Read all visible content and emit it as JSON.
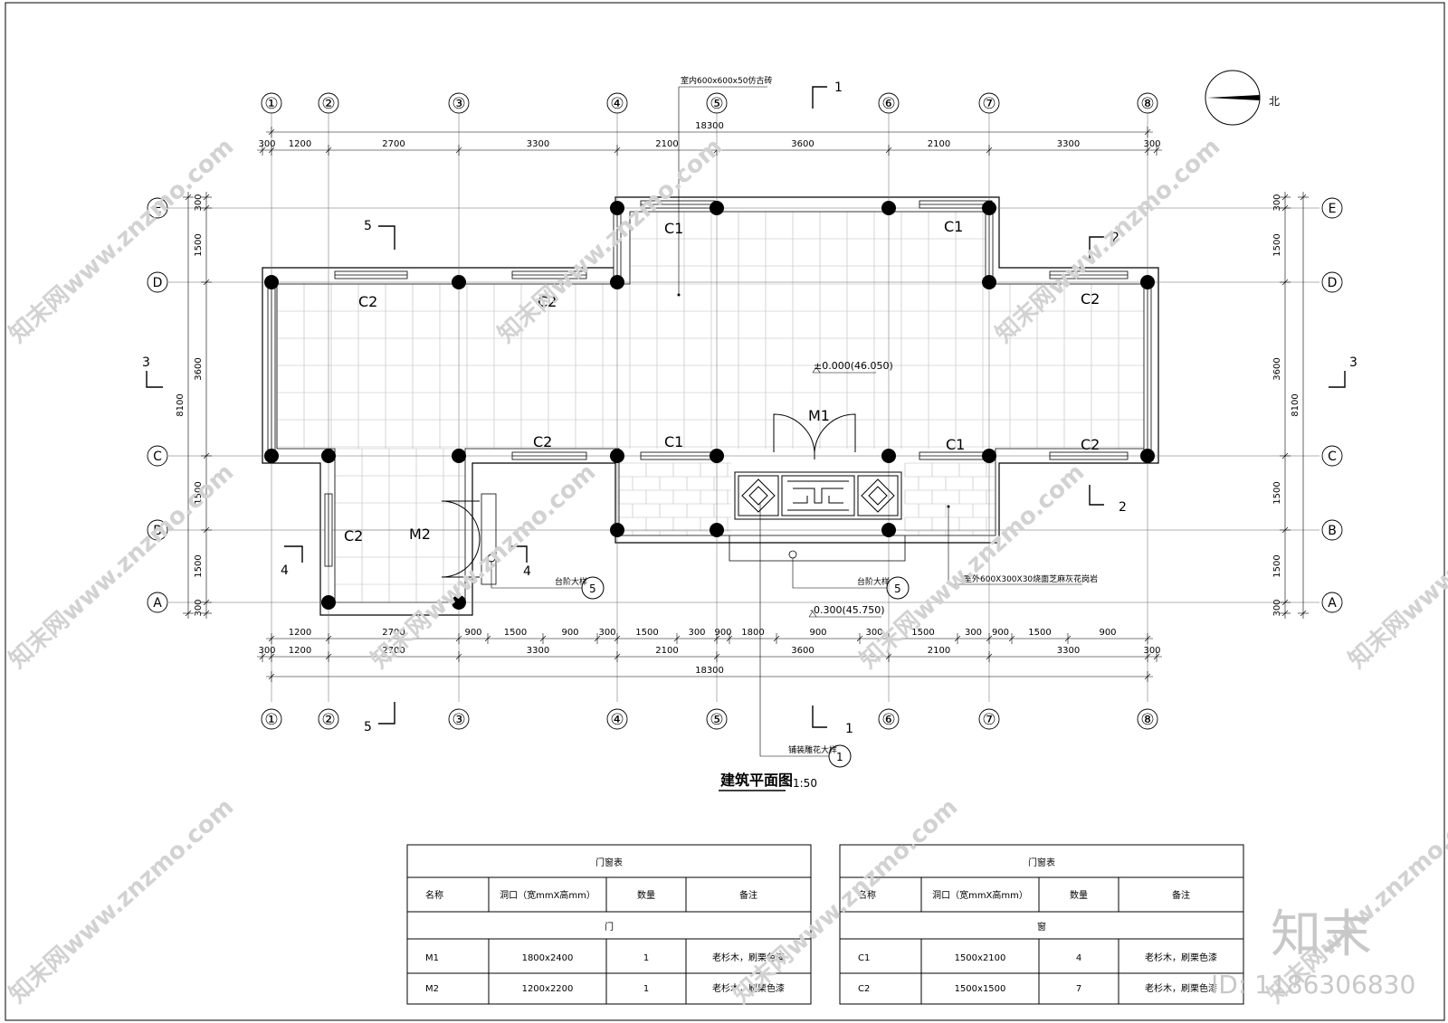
{
  "drawing": {
    "title": "建筑平面图",
    "scale": "1:50",
    "north_label": "北",
    "grid_cols": [
      "①",
      "②",
      "③",
      "④",
      "⑤",
      "⑥",
      "⑦",
      "⑧"
    ],
    "grid_rows": [
      "E",
      "D",
      "C",
      "B",
      "A"
    ],
    "dims_top_total": "18300",
    "dims_top": [
      "300",
      "1200",
      "2700",
      "3300",
      "2100",
      "3600",
      "2100",
      "3300",
      "300"
    ],
    "dims_bottom_inner": [
      "1200",
      "2700",
      "900",
      "1500",
      "900",
      "300",
      "1500",
      "300",
      "900",
      "1800",
      "900",
      "300",
      "1500",
      "300",
      "900",
      "1500",
      "900"
    ],
    "dims_bottom": [
      "300",
      "1200",
      "2700",
      "3300",
      "2100",
      "3600",
      "2100",
      "3300",
      "300"
    ],
    "dims_bottom_total": "18300",
    "dims_left": [
      "300",
      "1500",
      "3600",
      "1500",
      "1500",
      "300"
    ],
    "dims_left_total": "8100",
    "dims_right": [
      "300",
      "1500",
      "3600",
      "1500",
      "1500",
      "300"
    ],
    "dims_right_total": "8100",
    "window_labels": {
      "c1_a": "C1",
      "c1_b": "C1",
      "c2_a": "C2",
      "c2_b": "C2",
      "c2_c": "C2",
      "c2_d": "C2",
      "c1_c": "C1",
      "c1_d": "C1",
      "c2_e": "C2",
      "c2_f": "C2"
    },
    "door_labels": {
      "m1": "M1",
      "m2": "M2"
    },
    "sections": {
      "s1_top": "1",
      "s1_bottom": "1",
      "s2_top": "2",
      "s2_bottom": "2",
      "s3_left": "3",
      "s3_right": "3",
      "s4_left": "4",
      "s4_right": "4",
      "s5_top": "5",
      "s5_bottom": "5"
    },
    "annotations": {
      "floor_tile": "室内600x600x50仿古砖",
      "elevation_indoor": "±0.000(46.050)",
      "elevation_outdoor": "-0.300(45.750)",
      "step_detail_1": "台阶大样",
      "step_detail_2": "台阶大样",
      "step_detail_num": "5",
      "step_detail_num_2": "5",
      "paving_detail": "铺装雕花大样",
      "paving_detail_num": "1",
      "outdoor_paving": "室外600X300X30烧面芝麻灰花岗岩"
    }
  },
  "tables": [
    {
      "title": "门窗表",
      "headers": [
        "名称",
        "洞口（宽mmX高mm）",
        "数量",
        "备注"
      ],
      "group": "门",
      "rows": [
        [
          "M1",
          "1800x2400",
          "1",
          "老杉木，刷栗色漆"
        ],
        [
          "M2",
          "1200x2200",
          "1",
          "老杉木，刷栗色漆"
        ]
      ]
    },
    {
      "title": "门窗表",
      "headers": [
        "名称",
        "洞口（宽mmX高mm）",
        "数量",
        "备注"
      ],
      "group": "窗",
      "rows": [
        [
          "C1",
          "1500x2100",
          "4",
          "老杉木，刷栗色漆"
        ],
        [
          "C2",
          "1500x1500",
          "7",
          "老杉木，刷栗色漆"
        ]
      ]
    }
  ],
  "watermark": {
    "text": "知末网www.znzmo.com",
    "brand": "知末",
    "id": "ID: 1186306830"
  },
  "colors": {
    "line": "#000000",
    "grid": "#888888",
    "watermark": "#cfcfcf"
  }
}
